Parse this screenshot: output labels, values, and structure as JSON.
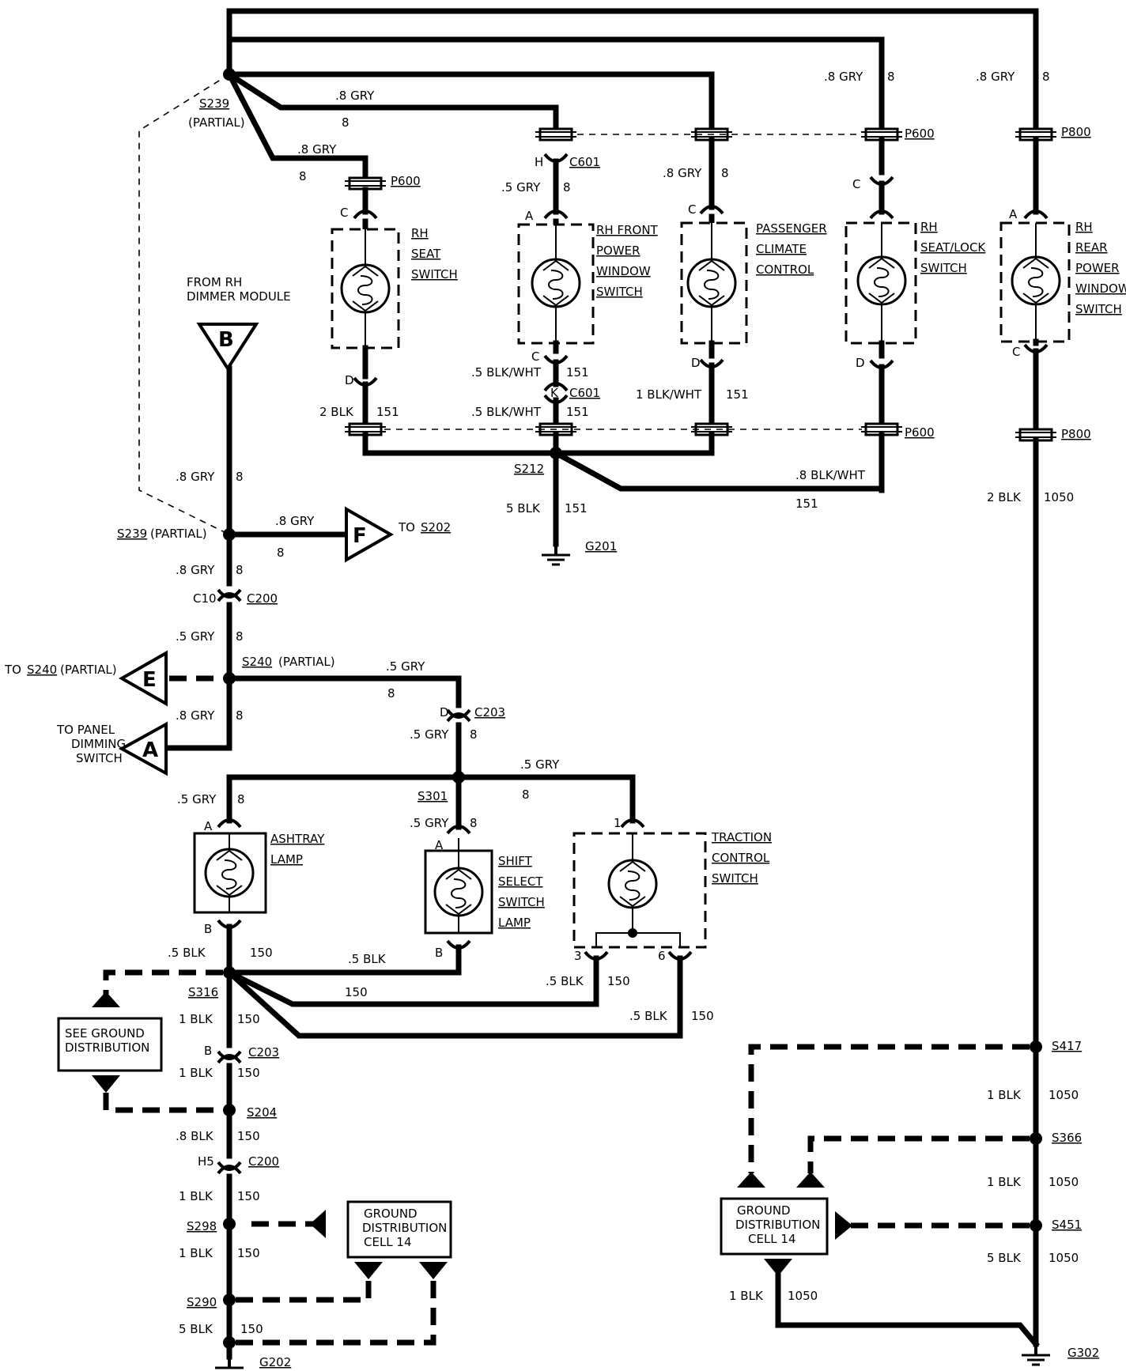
{
  "components": {
    "rh_seat_switch": [
      "RH",
      "SEAT",
      "SWITCH"
    ],
    "rh_front_power_window_switch": [
      "RH FRONT",
      "POWER",
      "WINDOW",
      "SWITCH"
    ],
    "passenger_climate_control": [
      "PASSENGER",
      "CLIMATE",
      "CONTROL"
    ],
    "rh_seat_lock_switch": [
      "RH",
      "SEAT/LOCK",
      "SWITCH"
    ],
    "rh_rear_power_window_switch": [
      "RH",
      "REAR",
      "POWER",
      "WINDOW",
      "SWITCH"
    ],
    "ashtray_lamp": [
      "ASHTRAY",
      "LAMP"
    ],
    "shift_select_switch_lamp": [
      "SHIFT",
      "SELECT",
      "SWITCH",
      "LAMP"
    ],
    "traction_control_switch": [
      "TRACTION",
      "CONTROL",
      "SWITCH"
    ],
    "ground_distribution_left_box": [
      "SEE GROUND",
      "DISTRIBUTION"
    ],
    "ground_distribution_cell14_left": [
      "GROUND",
      "DISTRIBUTION",
      "CELL 14"
    ],
    "ground_distribution_cell14_right": [
      "GROUND",
      "DISTRIBUTION",
      "CELL 14"
    ]
  },
  "arrows": {
    "B": {
      "letter": "B",
      "caption": [
        "FROM RH",
        "DIMMER MODULE"
      ]
    },
    "F": {
      "letter": "F",
      "caption": "TO",
      "target": "S202"
    },
    "E": {
      "letter": "E",
      "caption": "TO",
      "target": "S240",
      "suffix": "(PARTIAL)"
    },
    "A": {
      "letter": "A",
      "caption": [
        "TO PANEL",
        "DIMMING",
        "SWITCH"
      ]
    }
  },
  "splices": {
    "s239_top": "S239",
    "s239_top_partial": "(PARTIAL)",
    "s239_mid": "S239",
    "s239_mid_partial": "(PARTIAL)",
    "s240": "S240",
    "s240_partial": "(PARTIAL)",
    "s212": "S212",
    "s301": "S301",
    "s316": "S316",
    "s204": "S204",
    "s298": "S298",
    "s290": "S290",
    "s417": "S417",
    "s366": "S366",
    "s451": "S451"
  },
  "grounds": {
    "g201": "G201",
    "g202": "G202",
    "g302": "G302"
  },
  "connectors": {
    "p600": "P600",
    "p800": "P800",
    "c601": "C601",
    "c200": "C200",
    "c203": "C203"
  },
  "wires": {
    "gry08": ".8 GRY",
    "gry05": ".5 GRY",
    "c8": "8",
    "blk2": "2 BLK",
    "c151": "151",
    "blkwht05": ".5 BLK/WHT",
    "blkwht1": "1 BLK/WHT",
    "blkwht08": ".8 BLK/WHT",
    "blk5": "5 BLK",
    "c1050": "1050",
    "blk1": "1 BLK",
    "blk05": ".5 BLK",
    "blk08": ".8 BLK",
    "c150": "150"
  },
  "pins": {
    "A": "A",
    "B": "B",
    "C": "C",
    "D": "D",
    "H": "H",
    "K": "K",
    "p1": "1",
    "p3": "3",
    "p6": "6",
    "C10": "C10",
    "H5": "H5"
  }
}
